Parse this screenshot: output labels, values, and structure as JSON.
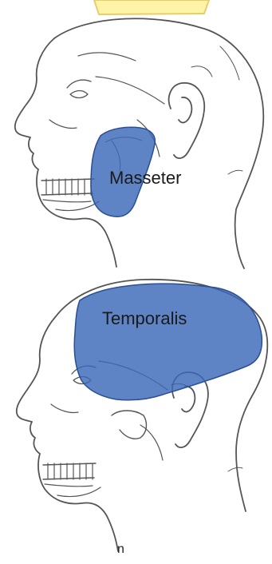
{
  "labels": {
    "masseter": "Masseter",
    "temporalis": "Temporalis",
    "cut_text": "n"
  },
  "colors": {
    "muscle_fill": "#3b69b8",
    "line": "#555555",
    "note": "#fff3a8"
  }
}
